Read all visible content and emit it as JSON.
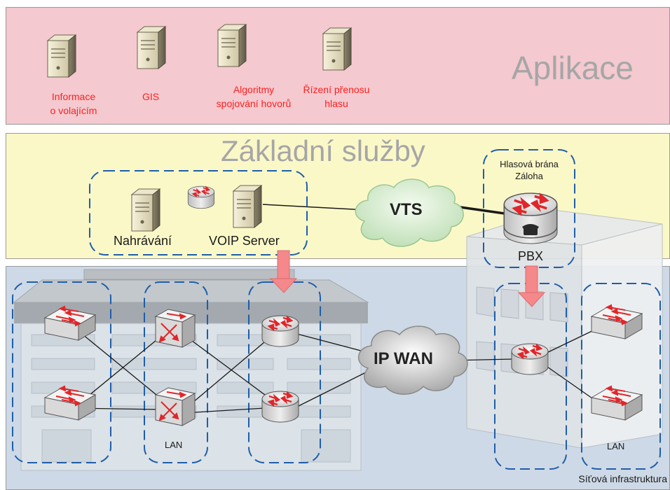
{
  "apps": {
    "title": "Aplikace",
    "items": [
      {
        "label": "Informace\no volajícím"
      },
      {
        "label": "GIS"
      },
      {
        "label": "Algoritmy\nspojování hovorů"
      },
      {
        "label": "Řízení přenosu\nhlasu"
      }
    ]
  },
  "core": {
    "title": "Základní služby",
    "recording_label": "Nahrávání",
    "voip_label": "VOIP Server",
    "cloud_label": "VTS",
    "gateway_label": "Hlasová brána\nZáloha",
    "pbx_label": "PBX"
  },
  "network": {
    "wan_label": "IP WAN",
    "lan_left_label": "LAN",
    "lan_right_label": "LAN",
    "title": "Síťová infrastruktura"
  },
  "colors": {
    "app_band": "#f4c9cf",
    "core_band": "#fbf8c8",
    "net_band": "#cdd9e6",
    "app_text": "#ff1f1f",
    "dash": "#1f5ea8",
    "arrow": "#f4888a"
  }
}
